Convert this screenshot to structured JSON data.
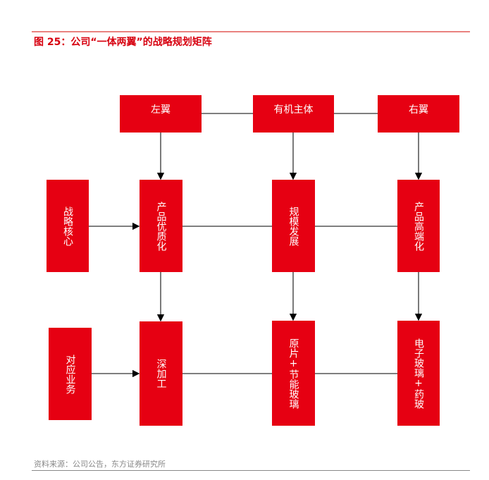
{
  "title": "图 25：公司“一体两翼”的战略规划矩阵",
  "source": "资料来源：公司公告，东方证券研究所",
  "colors": {
    "box": "#e60012",
    "title": "#d7000f"
  },
  "nodes": {
    "left_wing": "左翼",
    "main_body": "有机主体",
    "right_wing": "右翼",
    "strategy_core": "战略核心",
    "product_quality": "产品优质化",
    "scale_dev": "规模发展",
    "product_high_end": "产品高端化",
    "business": "对应业务",
    "deep_processing": "深加工",
    "raw_glass": "原片+节能玻璃",
    "electronic_glass": "电子玻璃+药玻"
  }
}
